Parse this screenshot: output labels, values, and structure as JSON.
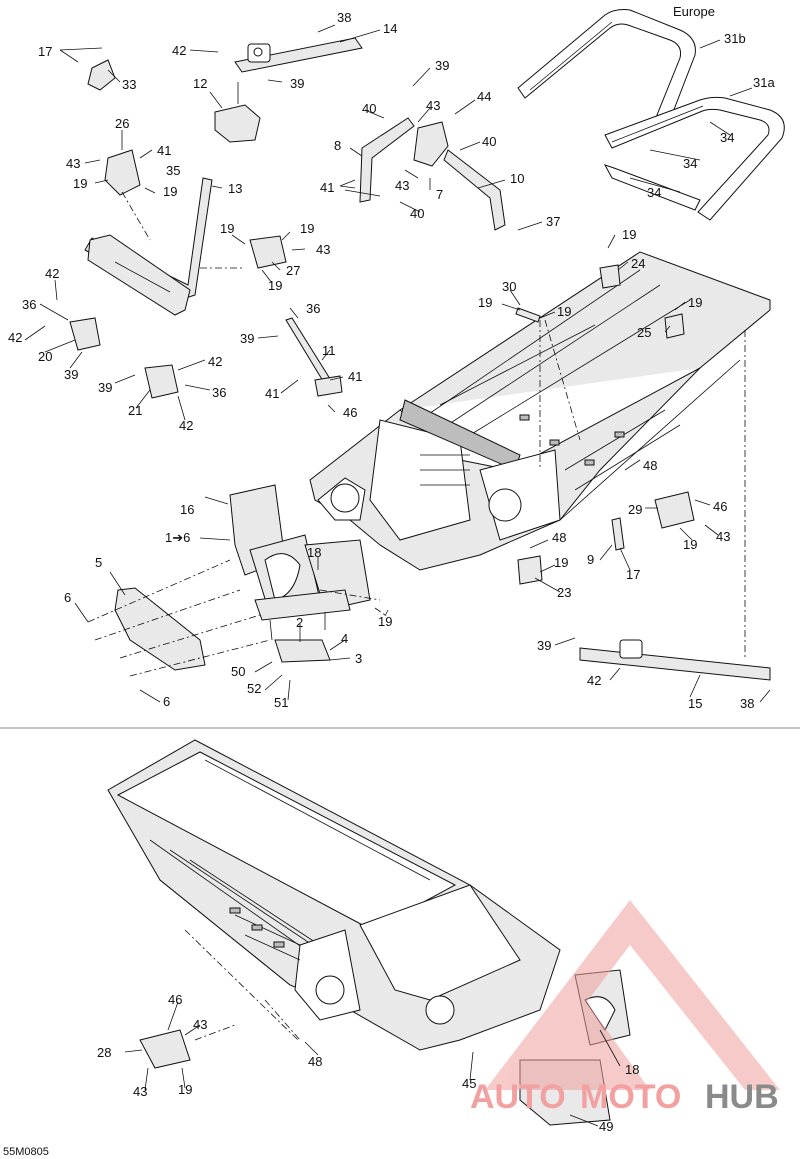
{
  "figure_code": "55M0805",
  "labels": {
    "l17a": "17",
    "l33": "33",
    "l38a": "38",
    "l14": "14",
    "l42a": "42",
    "l39a": "39",
    "l12": "12",
    "l39b": "39",
    "l40a": "40",
    "l43a": "43",
    "l44": "44",
    "l8": "8",
    "l40b": "40",
    "l41a": "41",
    "l43b": "43",
    "l7": "7",
    "l40c": "40",
    "l10": "10",
    "l37": "37",
    "europe": "Europe",
    "l31b": "31b",
    "l31a": "31a",
    "l34a": "34",
    "l34b": "34",
    "l34c": "34",
    "l26": "26",
    "l41b": "41",
    "l43c": "43",
    "l35": "35",
    "l19a": "19",
    "l19b": "19",
    "l13": "13",
    "l19c": "19",
    "l19d": "19",
    "l43d": "43",
    "l27": "27",
    "l19e": "19",
    "l42b": "42",
    "l36a": "36",
    "l42c": "42",
    "l20": "20",
    "l39c": "39",
    "l36b": "36",
    "l39d": "39",
    "l11": "11",
    "l41c": "41",
    "l41d": "41",
    "l46a": "46",
    "l42d": "42",
    "l39e": "39",
    "l36c": "36",
    "l21": "21",
    "l42e": "42",
    "l19f": "19",
    "l24": "24",
    "l30": "30",
    "l19g": "19",
    "l19h": "19",
    "l19i": "19",
    "l25": "25",
    "l48a": "48",
    "l29": "29",
    "l46b": "46",
    "l43e": "43",
    "l19j": "19",
    "l16": "16",
    "l1to6": "1➔6",
    "l18a": "18",
    "l5": "5",
    "l6a": "6",
    "l19k": "19",
    "l48b": "48",
    "l19l": "19",
    "l9": "9",
    "l17b": "17",
    "l23": "23",
    "l2": "2",
    "l4": "4",
    "l3": "3",
    "l50": "50",
    "l52": "52",
    "l51": "51",
    "l6b": "6",
    "l39f": "39",
    "l42f": "42",
    "l15": "15",
    "l38b": "38",
    "l46c": "46",
    "l43f": "43",
    "l28": "28",
    "l43g": "43",
    "l19m": "19",
    "l48c": "48",
    "l45": "45",
    "l18b": "18",
    "l49": "49"
  },
  "watermark": {
    "part1": "AUTO",
    "part2": "MOTO",
    "part3": "HUB",
    "accent": "#f2a0a0",
    "secondary": "#8a8a8a"
  },
  "colors": {
    "line": "#111111",
    "background": "#ffffff"
  }
}
